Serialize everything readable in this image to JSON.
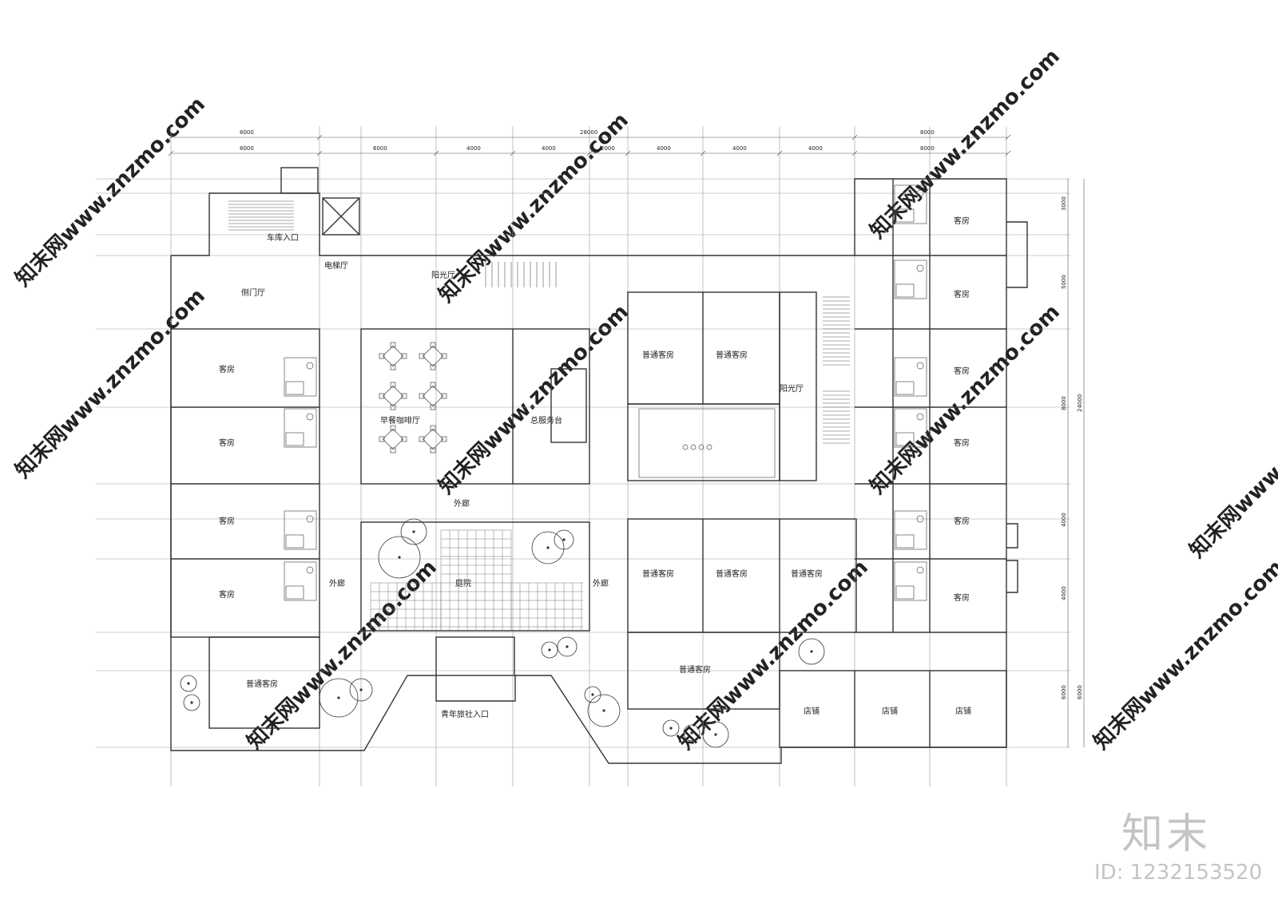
{
  "watermark": {
    "text": "知末网www.znzmo.com"
  },
  "brand": {
    "logo": "知末",
    "id": "ID: 1232153520"
  },
  "dimensions": {
    "top_overall": [
      "8000",
      "28000",
      "8000"
    ],
    "top_detail": [
      "8000",
      "6000",
      "4000",
      "4000",
      "2000",
      "4000",
      "4000",
      "4000",
      "8000"
    ],
    "right_detail": [
      "3000",
      "5000",
      "8000",
      "4000",
      "4000",
      "6000"
    ],
    "right_overall": [
      "24000",
      "6000"
    ]
  },
  "rooms": {
    "car_entrance": "车库入口",
    "elevator_hall": "电梯厅",
    "sun_hall_top": "阳光厅",
    "side_hall": "侧门厅",
    "guest_room": "客房",
    "standard_room": "普通客房",
    "cafe": "早餐咖啡厅",
    "reception": "总服务台",
    "sun_hall_right": "阳光厅",
    "corridor": "外廊",
    "courtyard": "庭院",
    "hostel_entrance": "青年旅社入口",
    "shop": "店铺"
  }
}
